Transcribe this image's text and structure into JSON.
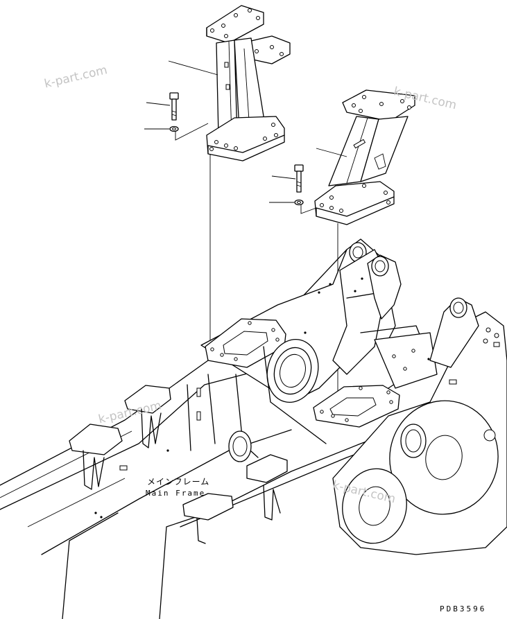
{
  "watermarks": [
    "k-part.com",
    "k-part.com",
    "k-part.com",
    "k-part.com"
  ],
  "labels": {
    "main_frame_jp": "メインフレーム",
    "main_frame_en": "Main Frame"
  },
  "drawing_code": "PDB3596"
}
